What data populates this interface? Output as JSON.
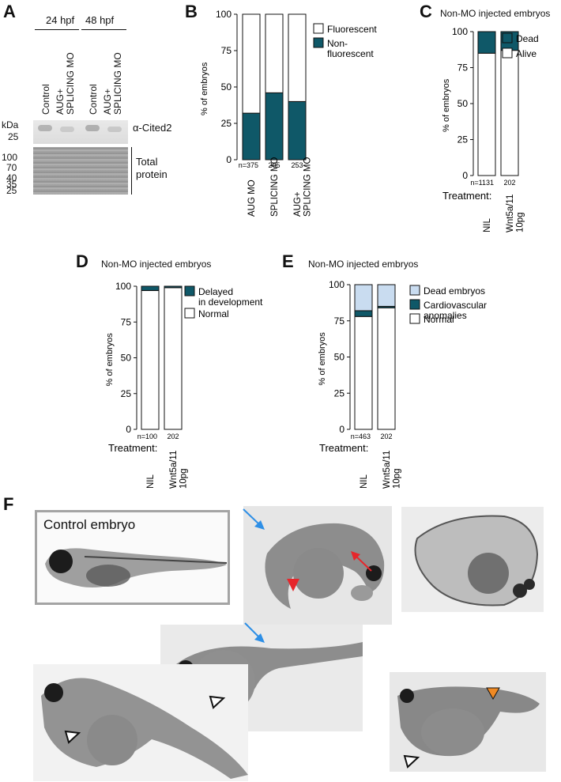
{
  "panels": {
    "a": {
      "letter": "A",
      "timepoint_1": "24 hpf",
      "timepoint_2": "48 hpf",
      "lane_labels": [
        "Control",
        "AUG+\nSPLICING MO",
        "Control",
        "AUG+\nSPLICING MO"
      ],
      "kda_label": "kDa",
      "upper_marker": "25",
      "lower_markers": [
        "100",
        "70",
        "40",
        "35",
        "25"
      ],
      "band_label": "α-Cited2",
      "total_protein_line1": "Total",
      "total_protein_line2": "protein"
    },
    "b": {
      "letter": "B"
    },
    "c": {
      "letter": "C",
      "title": "Non-MO injected embryos"
    },
    "d": {
      "letter": "D",
      "title": "Non-MO injected embryos"
    },
    "e": {
      "letter": "E",
      "title": "Non-MO injected embryos"
    },
    "f": {
      "letter": "F",
      "control_label": "Control embryo"
    }
  },
  "chart_data": [
    {
      "id": "B",
      "type": "bar",
      "stacked": true,
      "ylabel": "% of embryos",
      "yticks": [
        0,
        25,
        50,
        75,
        100
      ],
      "ylim": [
        0,
        100
      ],
      "categories": [
        "AUG MO",
        "SPLICING MO",
        "AUG+\nSPLICING MO"
      ],
      "n_prefix": "n=",
      "n_values": [
        "375",
        "205",
        "253"
      ],
      "series": [
        {
          "name": "Non-\nfluorescent",
          "color": "#0f5868",
          "values": [
            32,
            46,
            40
          ]
        },
        {
          "name": "Fluorescent",
          "color": "#ffffff",
          "values": [
            68,
            54,
            60
          ]
        }
      ],
      "legend_order": [
        "Fluorescent",
        "Non-\nfluorescent"
      ]
    },
    {
      "id": "C",
      "type": "bar",
      "stacked": true,
      "title": "Non-MO injected embryos",
      "ylabel": "% of embryos",
      "yticks": [
        0,
        25,
        50,
        75,
        100
      ],
      "ylim": [
        0,
        100
      ],
      "treatment_label": "Treatment:",
      "categories": [
        "NIL",
        "Wnt5a/11\n10pg"
      ],
      "n_prefix": "n=",
      "n_values": [
        "1131",
        "202"
      ],
      "series": [
        {
          "name": "Alive",
          "color": "#ffffff",
          "values": [
            85,
            87
          ]
        },
        {
          "name": "Dead",
          "color": "#0f5868",
          "values": [
            15,
            13
          ]
        }
      ],
      "legend_order": [
        "Dead",
        "Alive"
      ]
    },
    {
      "id": "D",
      "type": "bar",
      "stacked": true,
      "title": "Non-MO injected embryos",
      "ylabel": "% of embryos",
      "yticks": [
        0,
        25,
        50,
        75,
        100
      ],
      "ylim": [
        0,
        100
      ],
      "treatment_label": "Treatment:",
      "categories": [
        "NIL",
        "Wnt5a/11\n10pg"
      ],
      "n_prefix": "n=",
      "n_values": [
        "100",
        "202"
      ],
      "series": [
        {
          "name": "Normal",
          "color": "#ffffff",
          "values": [
            97,
            99
          ]
        },
        {
          "name": "Delayed\nin development",
          "color": "#0f5868",
          "values": [
            3,
            1
          ]
        }
      ],
      "legend_order": [
        "Delayed\nin development",
        "Normal"
      ]
    },
    {
      "id": "E",
      "type": "bar",
      "stacked": true,
      "title": "Non-MO injected embryos",
      "ylabel": "% of embryos",
      "yticks": [
        0,
        25,
        50,
        75,
        100
      ],
      "ylim": [
        0,
        100
      ],
      "treatment_label": "Treatment:",
      "categories": [
        "NIL",
        "Wnt5a/11\n10pg"
      ],
      "n_prefix": "n=",
      "n_values": [
        "463",
        "202"
      ],
      "series": [
        {
          "name": "Normal",
          "color": "#ffffff",
          "values": [
            78,
            84
          ]
        },
        {
          "name": "Cardiovascular\nanomalies",
          "color": "#0f5868",
          "values": [
            4,
            1
          ]
        },
        {
          "name": "Dead embryos",
          "color": "#c9dcf0",
          "values": [
            18,
            15
          ]
        }
      ],
      "legend_order": [
        "Dead embryos",
        "Cardiovascular\nanomalies",
        "Normal"
      ]
    }
  ],
  "colors": {
    "teal": "#0f5868",
    "light_blue": "#c9dcf0",
    "arrow_blue": "#2e8fe6",
    "arrow_red": "#e6262b",
    "arrow_orange": "#f08a24"
  }
}
